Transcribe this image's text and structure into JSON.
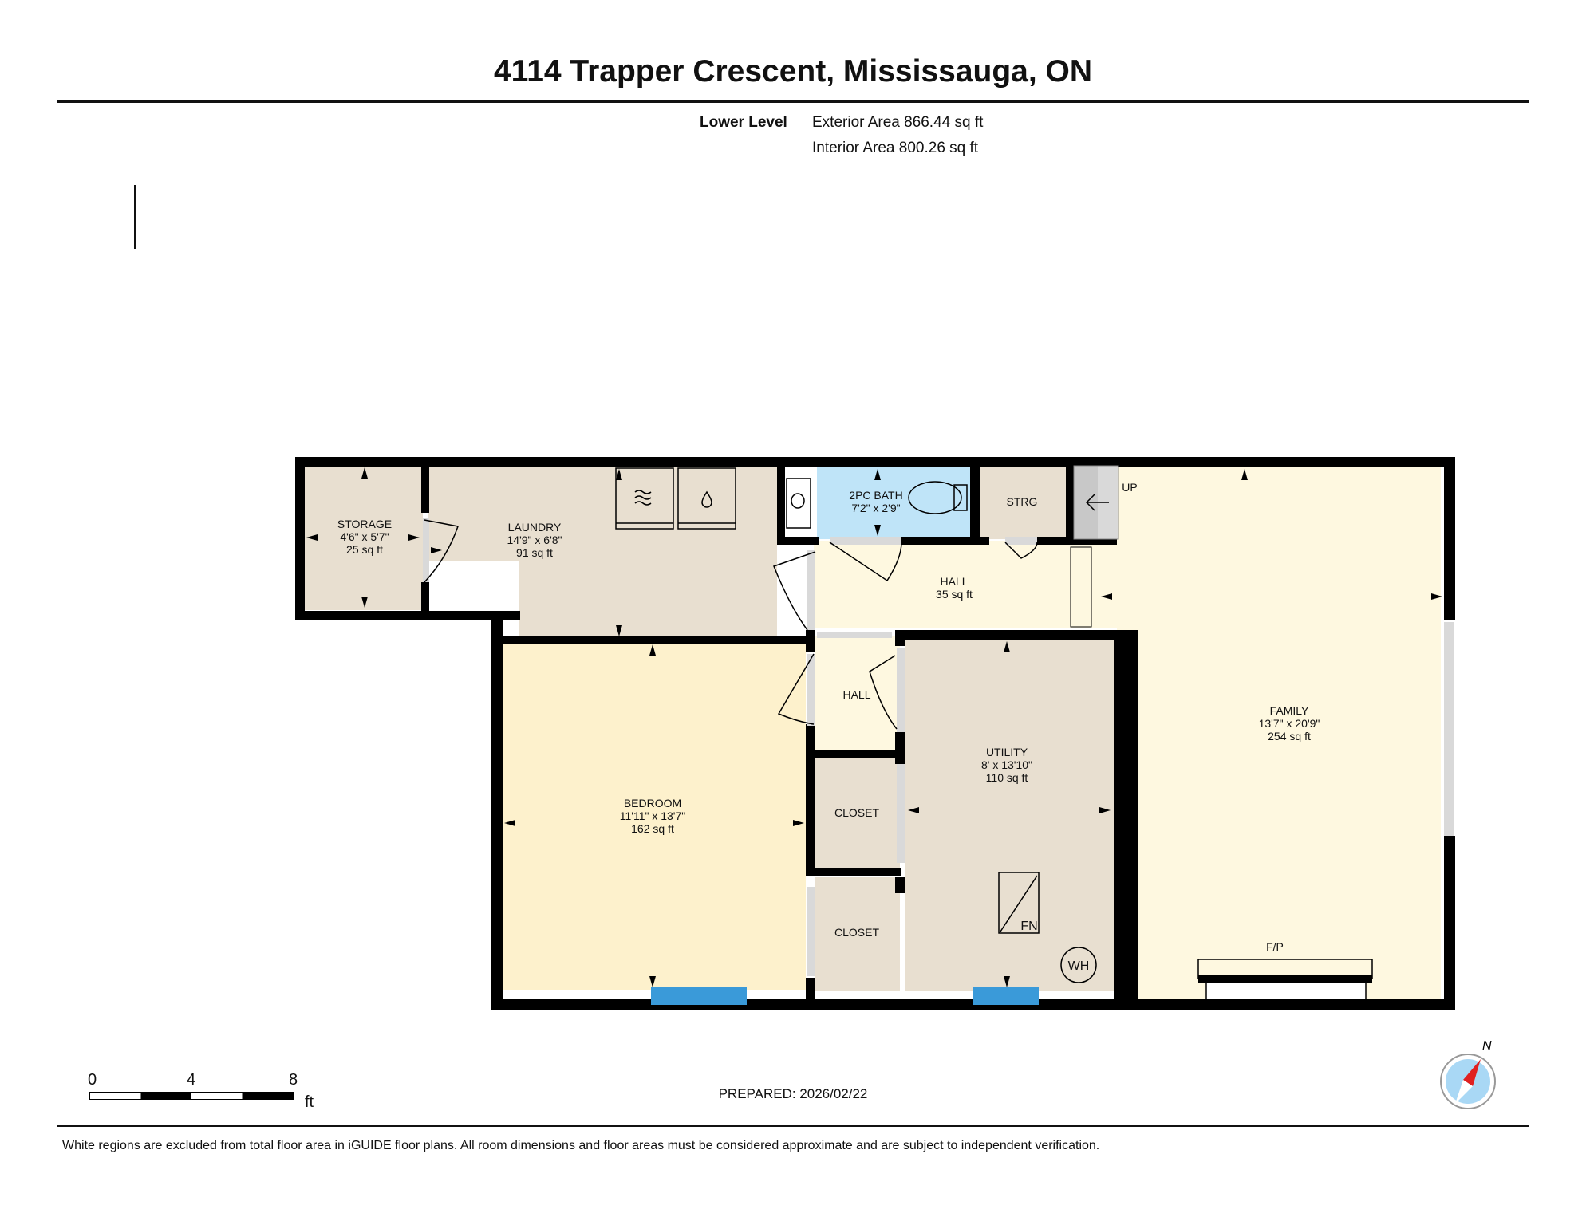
{
  "header": {
    "title": "4114 Trapper Crescent, Mississauga, ON",
    "level": "Lower Level",
    "exterior_area": "Exterior Area 866.44 sq ft",
    "interior_area": "Interior Area 800.26 sq ft"
  },
  "rooms": {
    "storage": {
      "name": "STORAGE",
      "dims": "4'6\" x 5'7\"",
      "area": "25 sq ft"
    },
    "laundry": {
      "name": "LAUNDRY",
      "dims": "14'9\" x 6'8\"",
      "area": "91 sq ft"
    },
    "bath": {
      "name": "2PC BATH",
      "dims": "7'2\" x 2'9\""
    },
    "strg": {
      "name": "STRG"
    },
    "up": {
      "name": "UP"
    },
    "hall_upper": {
      "name": "HALL",
      "area": "35 sq ft"
    },
    "hall_lower": {
      "name": "HALL"
    },
    "bedroom": {
      "name": "BEDROOM",
      "dims": "11'11\" x 13'7\"",
      "area": "162 sq ft"
    },
    "closet_1": {
      "name": "CLOSET"
    },
    "closet_2": {
      "name": "CLOSET"
    },
    "utility": {
      "name": "UTILITY",
      "dims": "8' x 13'10\"",
      "area": "110 sq ft"
    },
    "family": {
      "name": "FAMILY",
      "dims": "13'7\" x 20'9\"",
      "area": "254 sq ft"
    }
  },
  "fixtures": {
    "furnace": "FN",
    "water_heater": "WH",
    "fireplace": "F/P"
  },
  "colors": {
    "wall": "#000000",
    "beige_room": "#e8dfd0",
    "bedroom_fill": "#fdf1cc",
    "hall_fill": "#fef8e0",
    "bath_fill": "#bfe4f8",
    "window": "#3a9ad9",
    "stair": "#d9d9d9",
    "compass_red": "#e02020",
    "compass_blue": "#a9d8f5"
  },
  "scale": {
    "ticks": [
      "0",
      "4",
      "8"
    ],
    "unit": "ft"
  },
  "compass": {
    "label": "N"
  },
  "prepared": "PREPARED: 2026/02/22",
  "footer": "White regions are excluded from total floor area in iGUIDE floor plans. All room dimensions and floor areas must be considered approximate and are subject to independent verification."
}
